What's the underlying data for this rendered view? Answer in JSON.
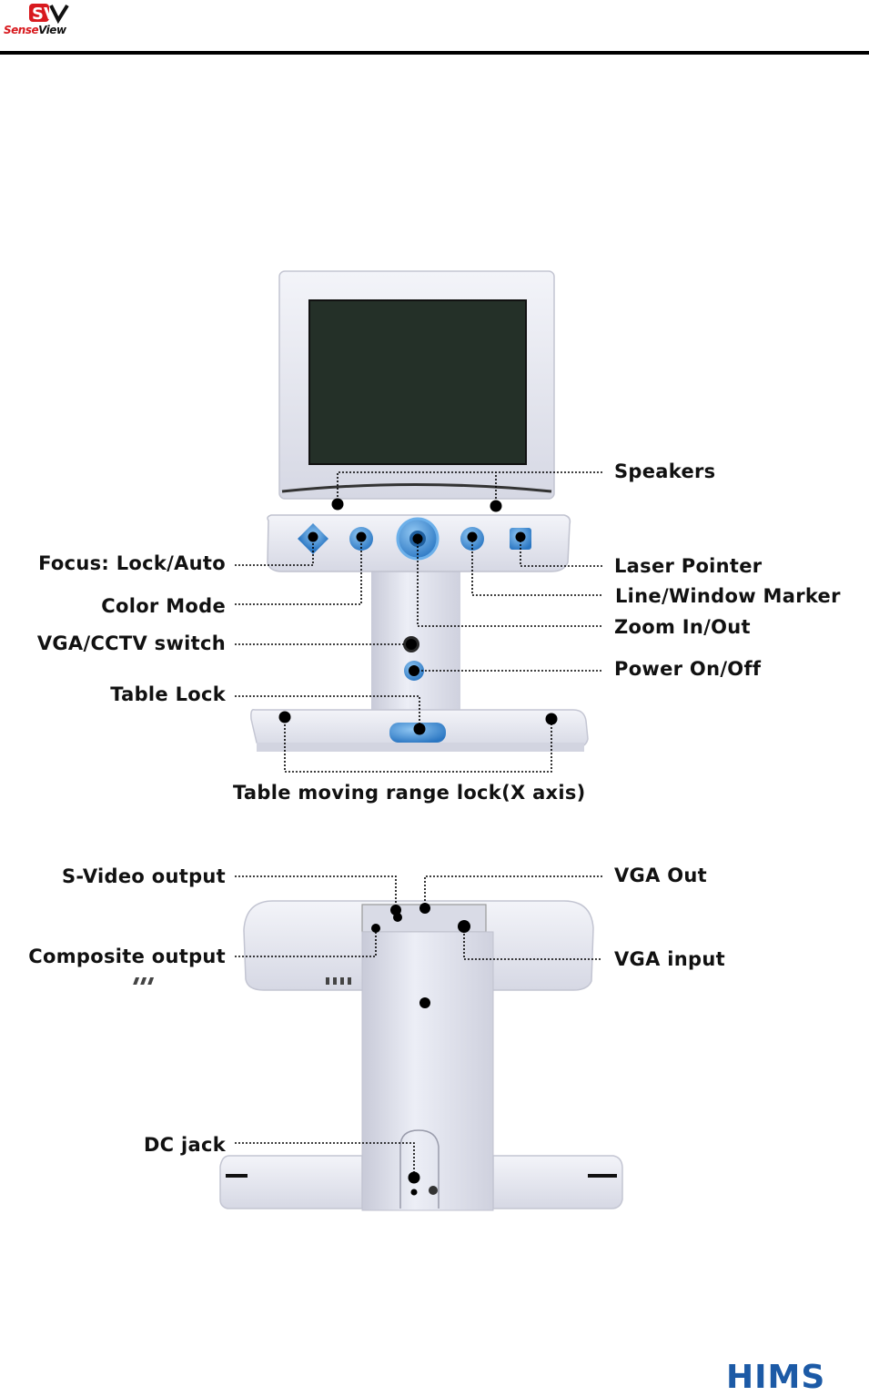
{
  "header": {
    "logo_text_1": "Sense",
    "logo_text_2": "View",
    "logo_mark": "SV"
  },
  "front_labels": {
    "speakers": "Speakers",
    "focus": "Focus: Lock/Auto",
    "laser": "Laser Pointer",
    "color_mode": "Color Mode",
    "marker": "Line/Window Marker",
    "zoom": "Zoom In/Out",
    "vga_cctv": "VGA/CCTV switch",
    "power": "Power On/Off",
    "table_lock": "Table Lock",
    "table_range": "Table moving range lock(X axis)"
  },
  "back_labels": {
    "svideo": "S-Video output",
    "vga_out": "VGA Out",
    "composite": "Composite output",
    "vga_in": "VGA input",
    "dc_jack": "DC jack"
  },
  "footer": {
    "brand": "HIMS"
  },
  "colors": {
    "device_body": "#e8e9f2",
    "device_shadow": "#c9cbd8",
    "screen": "#243028",
    "button_blue": "#3a8fd8",
    "brand_blue": "#1c5aa6",
    "logo_red": "#d8191e"
  }
}
